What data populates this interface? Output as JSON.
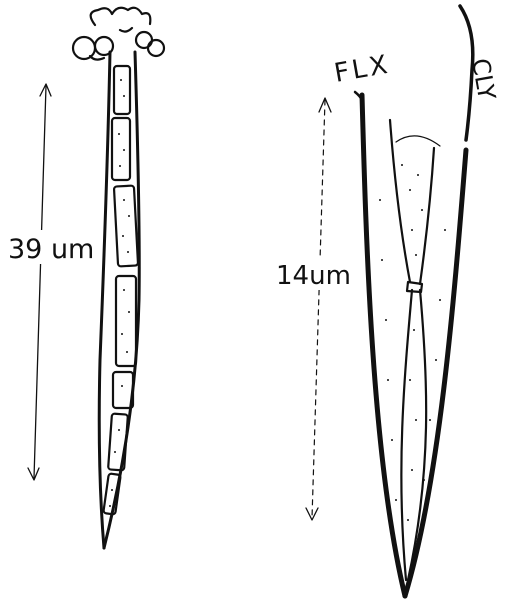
{
  "figure": {
    "left_specimen": {
      "scale_label": "39 um"
    },
    "right_specimen": {
      "scale_label": "14um",
      "annotation_left": "FLX",
      "annotation_right": "CLY"
    }
  },
  "colors": {
    "ink": "#111111",
    "background": "#ffffff"
  }
}
